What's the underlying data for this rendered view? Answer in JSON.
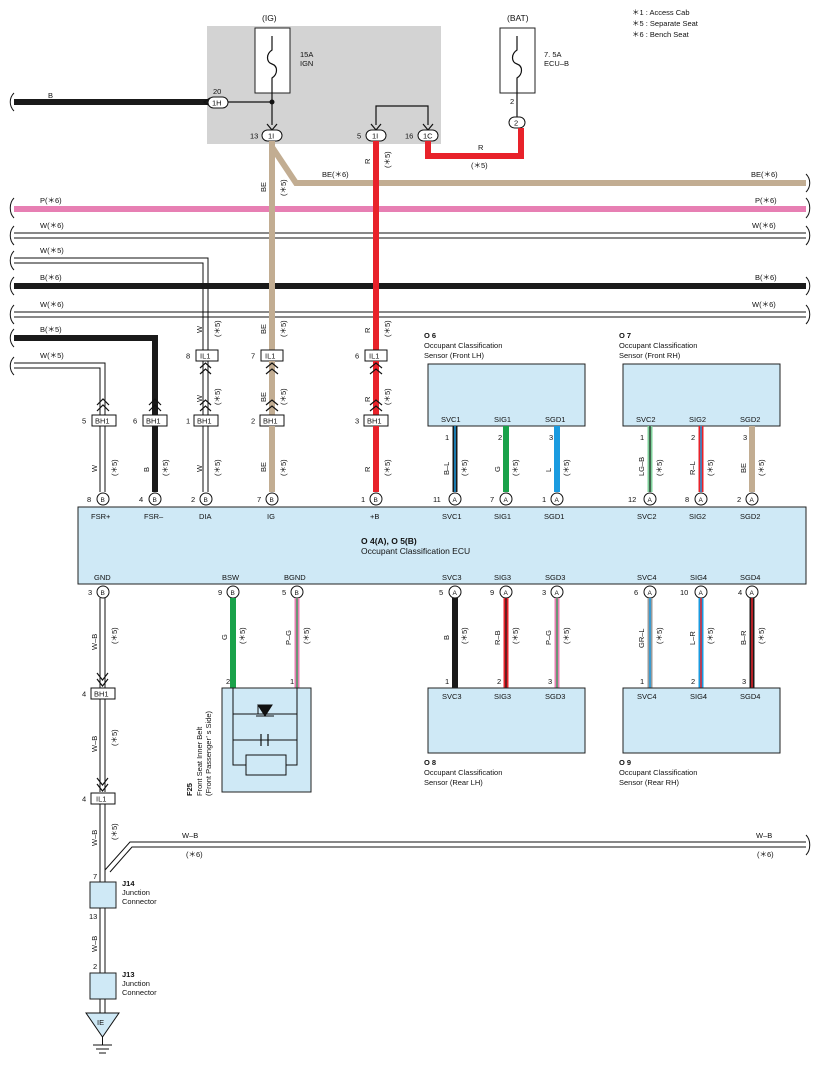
{
  "legend": [
    "＊1 : Access Cab",
    "＊5 : Separate Seat",
    "＊6 : Bench Seat"
  ],
  "fuse_ig": {
    "header": "(IG)",
    "rating": "15A",
    "name": "IGN",
    "pin": "20",
    "conn": "1H"
  },
  "fuse_bat": {
    "header": "(BAT)",
    "rating": "7. 5A",
    "name": "ECU–B",
    "pin": "2",
    "conn": "2"
  },
  "junction_top": [
    {
      "pin": "13",
      "conn": "1I"
    },
    {
      "pin": "5",
      "conn": "1I"
    },
    {
      "pin": "16",
      "conn": "1C"
    }
  ],
  "left_b_label": "B",
  "r_label_top": "R",
  "r_label_top_note": "(＊5)",
  "be6_label": "BE(＊6)",
  "wire_lines": [
    {
      "left": "P(＊6)",
      "right": "P(＊6)"
    },
    {
      "left": "W(＊6)",
      "right": "W(＊6)"
    },
    {
      "left": "W(＊5)",
      "right": ""
    },
    {
      "left": "B(＊6)",
      "right": "B(＊6)"
    },
    {
      "left": "W(＊6)",
      "right": "W(＊6)"
    },
    {
      "left": "B(＊5)",
      "right": ""
    },
    {
      "left": "W(＊5)",
      "right": ""
    }
  ],
  "vertical_labels": [
    {
      "color": "BE",
      "note": "(＊5)"
    },
    {
      "color": "R",
      "note": "(＊5)"
    },
    {
      "color": "W",
      "note": "(＊5)"
    },
    {
      "color": "BE",
      "note": "(＊5)"
    },
    {
      "color": "R",
      "note": "(＊5)"
    },
    {
      "color": "W",
      "note": "(＊5)"
    },
    {
      "color": "BE",
      "note": "(＊5)"
    },
    {
      "color": "R",
      "note": "(＊5)"
    },
    {
      "color": "W",
      "note": "(＊5)"
    },
    {
      "color": "B",
      "note": "(＊5)"
    },
    {
      "color": "W",
      "note": "(＊5)"
    },
    {
      "color": "BE",
      "note": "(＊5)"
    },
    {
      "color": "R",
      "note": "(＊5)"
    }
  ],
  "il1_connectors": [
    {
      "pin": "8",
      "conn": "IL1"
    },
    {
      "pin": "7",
      "conn": "IL1"
    },
    {
      "pin": "6",
      "conn": "IL1"
    }
  ],
  "bh1_connectors": [
    {
      "pin": "5",
      "conn": "BH1"
    },
    {
      "pin": "6",
      "conn": "BH1"
    },
    {
      "pin": "1",
      "conn": "BH1"
    },
    {
      "pin": "2",
      "conn": "BH1"
    },
    {
      "pin": "3",
      "conn": "BH1"
    }
  ],
  "ecu": {
    "title": "O 4(A), O 5(B)",
    "name": "Occupant Classification ECU",
    "top_terminals": [
      {
        "pin": "8",
        "pinc": "B",
        "label": "FSR+"
      },
      {
        "pin": "4",
        "pinc": "B",
        "label": "FSR–"
      },
      {
        "pin": "2",
        "pinc": "B",
        "label": "DIA"
      },
      {
        "pin": "7",
        "pinc": "B",
        "label": "IG"
      },
      {
        "pin": "1",
        "pinc": "B",
        "label": "+B"
      },
      {
        "pin": "11",
        "pinc": "A",
        "label": "SVC1"
      },
      {
        "pin": "7",
        "pinc": "A",
        "label": "SIG1"
      },
      {
        "pin": "1",
        "pinc": "A",
        "label": "SGD1"
      },
      {
        "pin": "12",
        "pinc": "A",
        "label": "SVC2"
      },
      {
        "pin": "8",
        "pinc": "A",
        "label": "SIG2"
      },
      {
        "pin": "2",
        "pinc": "A",
        "label": "SGD2"
      }
    ],
    "bottom_terminals": [
      {
        "pin": "3",
        "pinc": "B",
        "label": "GND"
      },
      {
        "pin": "9",
        "pinc": "B",
        "label": "BSW"
      },
      {
        "pin": "5",
        "pinc": "B",
        "label": "BGND"
      },
      {
        "pin": "5",
        "pinc": "A",
        "label": "SVC3"
      },
      {
        "pin": "9",
        "pinc": "A",
        "label": "SIG3"
      },
      {
        "pin": "3",
        "pinc": "A",
        "label": "SGD3"
      },
      {
        "pin": "6",
        "pinc": "A",
        "label": "SVC4"
      },
      {
        "pin": "10",
        "pinc": "A",
        "label": "SIG4"
      },
      {
        "pin": "4",
        "pinc": "A",
        "label": "SGD4"
      }
    ]
  },
  "wire_colors_top": [
    {
      "color": "W",
      "note": "(＊5)"
    },
    {
      "color": "B",
      "note": "(＊5)"
    },
    {
      "color": "W",
      "note": "(＊5)"
    },
    {
      "color": "BE",
      "note": "(＊5)"
    },
    {
      "color": "R",
      "note": "(＊5)"
    },
    {
      "color": "B–L",
      "note": "(＊5)"
    },
    {
      "color": "G",
      "note": "(＊5)"
    },
    {
      "color": "L",
      "note": "(＊5)"
    },
    {
      "color": "LG–B",
      "note": "(＊5)"
    },
    {
      "color": "R–L",
      "note": "(＊5)"
    },
    {
      "color": "BE",
      "note": "(＊5)"
    }
  ],
  "wire_colors_bottom": [
    {
      "color": "W–B",
      "note": "(＊5)"
    },
    {
      "color": "G",
      "note": "(＊5)"
    },
    {
      "color": "P–G",
      "note": "(＊5)"
    },
    {
      "color": "B",
      "note": "(＊5)"
    },
    {
      "color": "R–B",
      "note": "(＊5)"
    },
    {
      "color": "P–G",
      "note": "(＊5)"
    },
    {
      "color": "GR–L",
      "note": "(＊5)"
    },
    {
      "color": "L–R",
      "note": "(＊5)"
    },
    {
      "color": "B–R",
      "note": "(＊5)"
    }
  ],
  "sensors": [
    {
      "id": "O 6",
      "line1": "Occupant Classification",
      "line2": "Sensor (Front LH)",
      "pins": [
        "SVC1",
        "SIG1",
        "SGD1"
      ],
      "nums": [
        "1",
        "2",
        "3"
      ]
    },
    {
      "id": "O 7",
      "line1": "Occupant Classification",
      "line2": "Sensor (Front RH)",
      "pins": [
        "SVC2",
        "SIG2",
        "SGD2"
      ],
      "nums": [
        "1",
        "2",
        "3"
      ]
    },
    {
      "id": "O 8",
      "line1": "Occupant Classification",
      "line2": "Sensor (Rear LH)",
      "pins": [
        "SVC3",
        "SIG3",
        "SGD3"
      ],
      "nums": [
        "1",
        "2",
        "3"
      ]
    },
    {
      "id": "O 9",
      "line1": "Occupant Classification",
      "line2": "Sensor (Rear RH)",
      "pins": [
        "SVC4",
        "SIG4",
        "SGD4"
      ],
      "nums": [
        "1",
        "2",
        "3"
      ]
    }
  ],
  "belt": {
    "id": "F25",
    "line1": "Front Seat Inner Belt",
    "line2": "(Front Passenger’ s Side)",
    "pins": [
      "2",
      "1"
    ]
  },
  "ground_chain": {
    "wb1": {
      "color": "W–B",
      "note": "(＊5)"
    },
    "bh1": {
      "pin": "4",
      "conn": "BH1"
    },
    "wb2": {
      "color": "W–B",
      "note": "(＊5)"
    },
    "il1": {
      "pin": "4",
      "conn": "IL1"
    },
    "wb3": {
      "color": "W–B",
      "note": "(＊5)"
    },
    "wb_branch_left": "W–B",
    "wb_branch_left_note": "(＊6)",
    "wb_branch_right": "W–B",
    "wb_branch_right_note": "(＊6)",
    "j14": {
      "pin_in": "7",
      "pin_out": "13",
      "id": "J14",
      "line1": "Junction",
      "line2": "Connector"
    },
    "wb4": {
      "color": "W–B"
    },
    "j13": {
      "pin_in": "2",
      "id": "J13",
      "line1": "Junction",
      "line2": "Connector"
    },
    "ground": "IE"
  },
  "colors": {
    "black": "#1a1a1a",
    "red": "#e8222a",
    "beige": "#c2ad92",
    "pink": "#e77fb3",
    "green": "#19a24a",
    "blue": "#1a9be0",
    "module": "#cfe9f6",
    "fuse_bg": "#d3d3d3"
  }
}
